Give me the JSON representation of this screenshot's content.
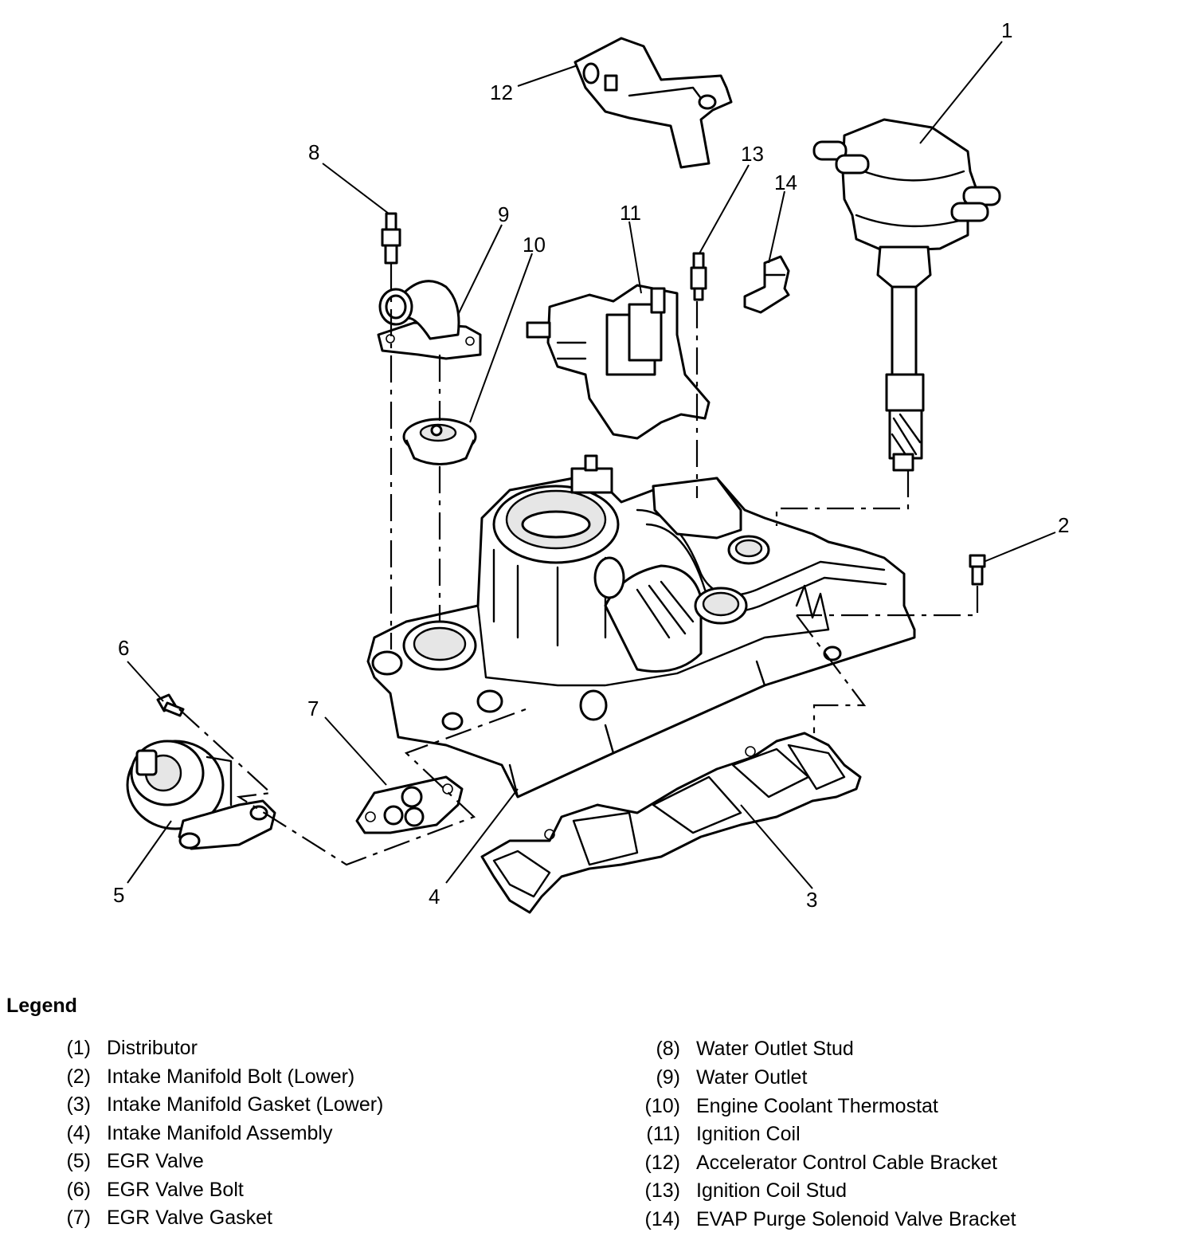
{
  "legend": {
    "title": "Legend",
    "items": [
      {
        "num": "(1)",
        "label": "Distributor"
      },
      {
        "num": "(2)",
        "label": "Intake Manifold Bolt (Lower)"
      },
      {
        "num": "(3)",
        "label": "Intake Manifold Gasket (Lower)"
      },
      {
        "num": "(4)",
        "label": "Intake Manifold Assembly"
      },
      {
        "num": "(5)",
        "label": "EGR Valve"
      },
      {
        "num": "(6)",
        "label": "EGR Valve Bolt"
      },
      {
        "num": "(7)",
        "label": "EGR Valve Gasket"
      },
      {
        "num": "(8)",
        "label": "Water Outlet Stud"
      },
      {
        "num": "(9)",
        "label": "Water Outlet"
      },
      {
        "num": "(10)",
        "label": "Engine Coolant Thermostat"
      },
      {
        "num": "(11)",
        "label": "Ignition Coil"
      },
      {
        "num": "(12)",
        "label": "Accelerator Control Cable Bracket"
      },
      {
        "num": "(13)",
        "label": "Ignition Coil Stud"
      },
      {
        "num": "(14)",
        "label": "EVAP Purge Solenoid Valve Bracket"
      }
    ]
  },
  "callouts": [
    "1",
    "2",
    "3",
    "4",
    "5",
    "6",
    "7",
    "8",
    "9",
    "10",
    "11",
    "12",
    "13",
    "14"
  ]
}
